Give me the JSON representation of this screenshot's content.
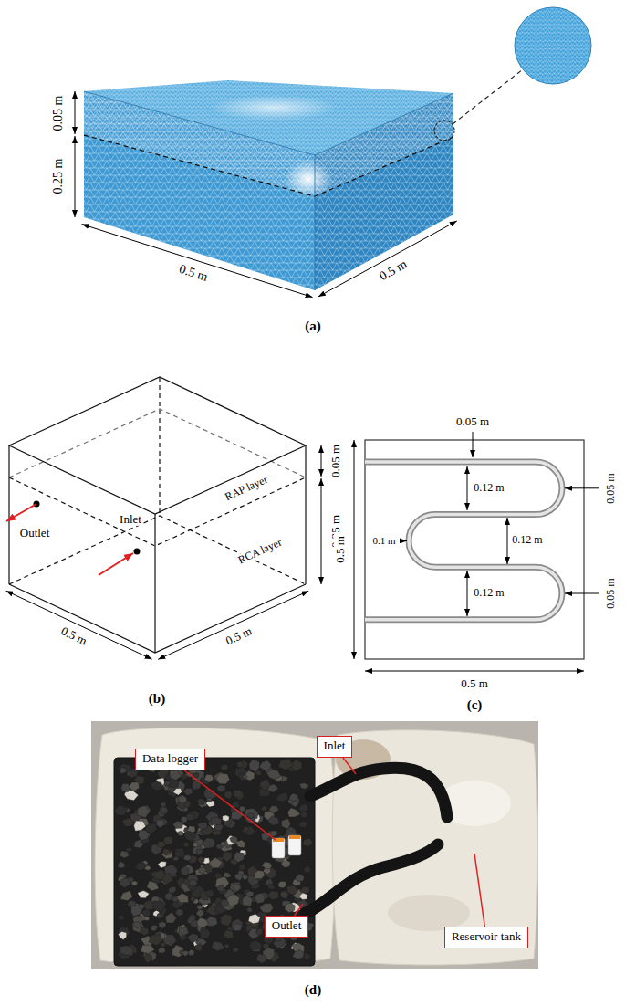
{
  "diagram": {
    "nodes": [
      {
        "text": [
          "Data logger"
        ]
      },
      {
        "text": [
          "Inlet"
        ]
      },
      {
        "text": [
          "Outlet"
        ]
      },
      {
        "text": [
          "Reservoir tank"
        ]
      }
    ],
    "labels": [
      "0.05 m",
      "0.25 m",
      "0.5 m",
      "0.5 m",
      "(a)",
      "0.05 m",
      "RAP layer",
      "Outlet",
      "Inlet",
      "0.25 m",
      "RCA layer",
      "0.5 m",
      "0.5 m",
      "(b)",
      "0.05 m",
      "0.12 m",
      "0.05 m",
      "0.5 m",
      "0.1 m",
      "0.12 m",
      "0.12 m",
      "0.05 m",
      "0.5 m",
      "(c)",
      "(d)"
    ]
  }
}
